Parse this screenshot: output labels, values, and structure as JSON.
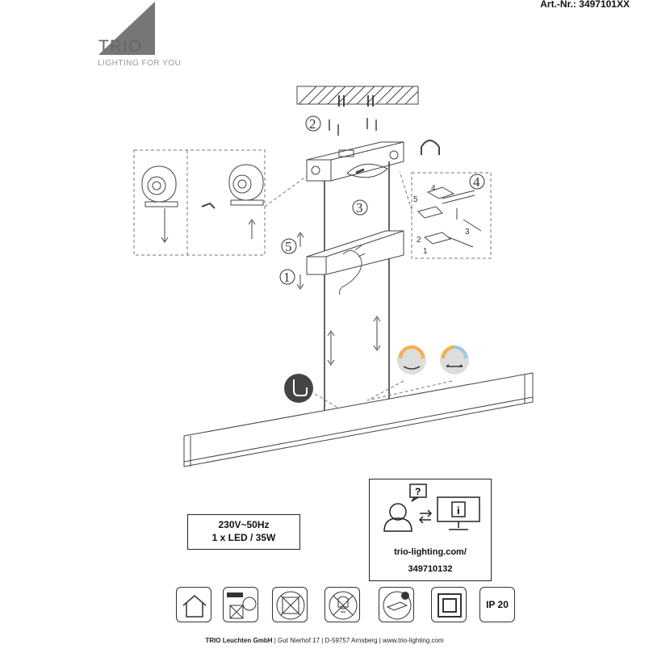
{
  "header": {
    "article_number": "Art.-Nr.: 3497101XX",
    "brand": "TRIO",
    "tagline": "LIGHTING FOR YOU"
  },
  "steps": [
    "1",
    "2",
    "3",
    "4",
    "5"
  ],
  "detail_numbers": [
    "1",
    "2",
    "3",
    "4",
    "5"
  ],
  "specs": {
    "voltage": "230V~50Hz",
    "lamp": "1 x LED / 35W"
  },
  "info": {
    "url": "trio-lighting.com/",
    "code": "349710132"
  },
  "icons": {
    "ip_rating": "IP 20",
    "list": [
      "indoor-icon",
      "ceiling-mount-icon",
      "no-bulb-change-icon",
      "led-not-replaceable-icon",
      "driver-icon",
      "protection-class-icon",
      "ip-rating-icon"
    ]
  },
  "footer": {
    "company": "TRIO Leuchten GmbH",
    "address": "| Gut Nierhof 17 | D-59757 Arnsberg | www.trio-lighting.com"
  }
}
